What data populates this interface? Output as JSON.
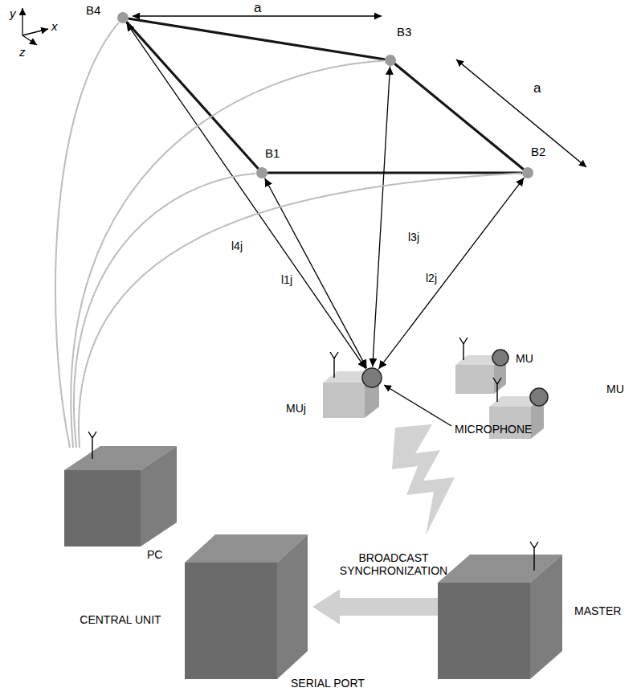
{
  "diagram": {
    "nodes": [
      {
        "text": [
          "B4"
        ]
      },
      {
        "text": [
          "B3"
        ]
      },
      {
        "text": [
          "B1"
        ]
      },
      {
        "text": [
          "B2"
        ]
      },
      {
        "text": [
          "MUj"
        ]
      },
      {
        "text": [
          "MU"
        ]
      },
      {
        "text": [
          "MU"
        ]
      },
      {
        "text": [
          "CENTRAL UNIT"
        ]
      },
      {
        "text": [
          "PC"
        ]
      },
      {
        "text": [
          "MASTER"
        ]
      }
    ],
    "edges": [
      {
        "from": 0,
        "to": 1,
        "arrow": "none"
      },
      {
        "from": 1,
        "to": 3,
        "arrow": "none"
      },
      {
        "from": 3,
        "to": 2,
        "arrow": "none"
      },
      {
        "from": 2,
        "to": 0,
        "arrow": "none"
      },
      {
        "from": 0,
        "to": 4,
        "arrow": "both",
        "label": "l4j"
      },
      {
        "from": 2,
        "to": 4,
        "arrow": "both",
        "label": "l1j"
      },
      {
        "from": 1,
        "to": 4,
        "arrow": "both",
        "label": "l3j"
      },
      {
        "from": 3,
        "to": 4,
        "arrow": "both",
        "label": "l2j"
      },
      {
        "from": 0,
        "to": 7,
        "arrow": "none"
      },
      {
        "from": 1,
        "to": 7,
        "arrow": "none"
      },
      {
        "from": 2,
        "to": 7,
        "arrow": "none"
      },
      {
        "from": 3,
        "to": 7,
        "arrow": "none"
      },
      {
        "from": 9,
        "to": 8,
        "arrow": "to",
        "label": "SERIAL PORT"
      }
    ],
    "labels": [
      "y",
      "x",
      "z",
      "a",
      "a",
      "MICROPHONE",
      "BROADCAST SYNCHRONIZATION"
    ]
  }
}
